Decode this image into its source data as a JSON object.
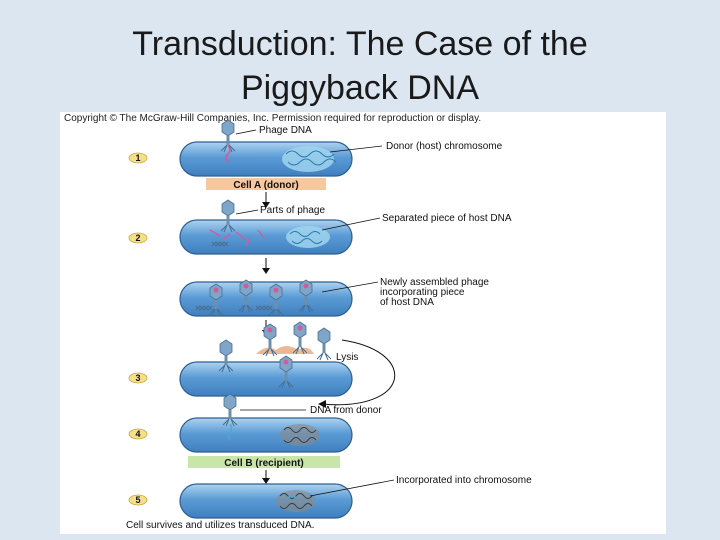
{
  "slide": {
    "title_line1": "Transduction:  The Case of the",
    "title_line2": "Piggyback DNA"
  },
  "figure": {
    "copyright": "Copyright © The McGraw-Hill Companies, Inc. Permission required for reproduction or display.",
    "steps": [
      "1",
      "2",
      "3",
      "4",
      "5"
    ],
    "labels": {
      "phage_dna": "Phage DNA",
      "donor_chromosome": "Donor (host) chromosome",
      "cell_a": "Cell A (donor)",
      "parts_of_phage": "Parts of phage",
      "separated_piece": "Separated piece of host DNA",
      "newly_assembled_1": "Newly assembled phage",
      "newly_assembled_2": "incorporating piece",
      "newly_assembled_3": "of host DNA",
      "lysis": "Lysis",
      "dna_from_donor": "DNA from donor",
      "cell_b": "Cell B (recipient)",
      "incorporated": "Incorporated into chromosome",
      "caption": "Cell survives and utilizes transduced DNA."
    },
    "colors": {
      "cell_fill": "#5b9bd5",
      "cell_highlight": "#aed3f0",
      "dna_donor": "#4fa9c9",
      "dna_recipient": "#3a3a3a",
      "phage": "#7fa6c8",
      "phage_dna": "#d45b9a",
      "cell_a_tag": "#f6c8a0",
      "cell_b_tag": "#c7e6a8",
      "step_badge": "#f5e08a"
    }
  }
}
